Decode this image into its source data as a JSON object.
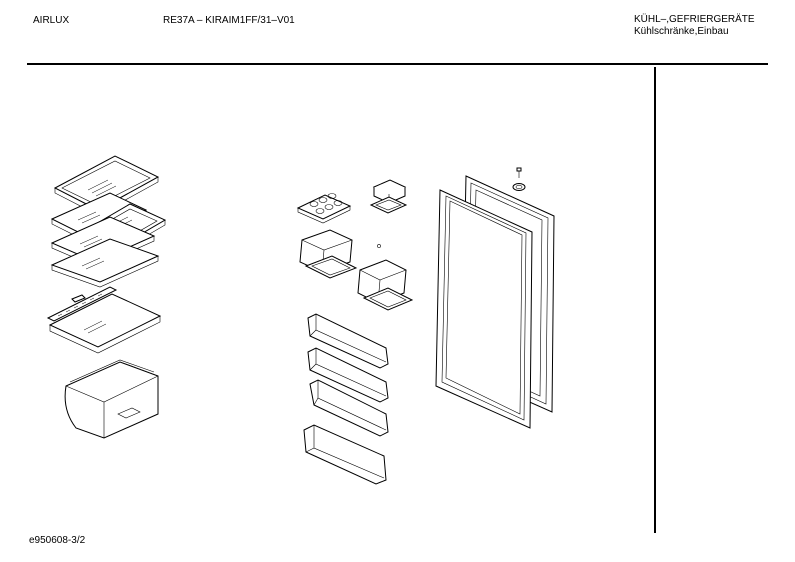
{
  "header": {
    "brand": "AIRLUX",
    "model": "RE37A – KIRAIM1FF/31–V01",
    "category_line1": "KÜHL–,GEFRIERGERÄTE",
    "category_line2": "Kühlschränke,Einbau"
  },
  "footer": {
    "drawing_code": "e950608-3/2"
  }
}
